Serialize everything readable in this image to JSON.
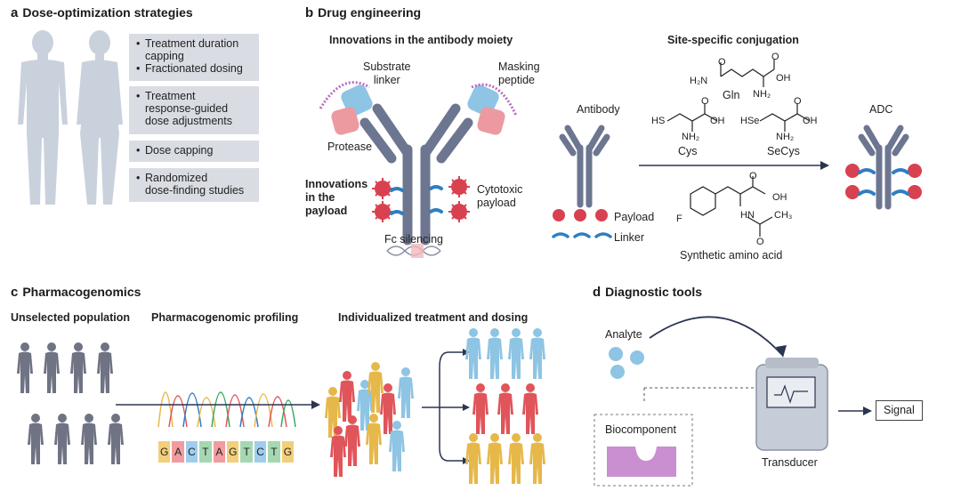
{
  "panel_a": {
    "letter": "a",
    "title": "Dose-optimization strategies",
    "boxes": [
      [
        "Treatment duration",
        "capping",
        "Fractionated dosing"
      ],
      [
        "Treatment",
        "response-guided",
        "dose adjustments"
      ],
      [
        "Dose capping"
      ],
      [
        "Randomized",
        "dose-finding studies"
      ]
    ]
  },
  "panel_b": {
    "letter": "b",
    "title": "Drug engineering",
    "antibody_moiety": "Innovations in the antibody moiety",
    "site_specific": "Site-specific conjugation",
    "substrate_linker": [
      "Substrate",
      "linker"
    ],
    "masking_peptide": [
      "Masking",
      "peptide"
    ],
    "protease": "Protease",
    "innovations_payload": [
      "Innovations",
      "in the",
      "payload"
    ],
    "cytotoxic_payload": [
      "Cytotoxic",
      "payload"
    ],
    "fc_silencing": "Fc silencing",
    "antibody": "Antibody",
    "payload": "Payload",
    "linker": "Linker",
    "gln": "Gln",
    "cys": "Cys",
    "secys": "SeCys",
    "synthetic": "Synthetic amino acid",
    "adc": "ADC",
    "chem": {
      "h2n": "H₂N",
      "o": "O",
      "oh": "OH",
      "nh2": "NH₂",
      "hs": "HS",
      "hse": "HSe",
      "f": "F",
      "hn": "HN",
      "ch3": "CH₃"
    }
  },
  "panel_c": {
    "letter": "c",
    "title": "Pharmacogenomics",
    "unselected": "Unselected population",
    "profiling": "Pharmacogenomic profiling",
    "individualized": "Individualized treatment and dosing",
    "sequence": [
      "G",
      "A",
      "C",
      "T",
      "A",
      "G",
      "T",
      "C",
      "T",
      "G"
    ]
  },
  "panel_d": {
    "letter": "d",
    "title": "Diagnostic tools",
    "analyte": "Analyte",
    "biocomponent": "Biocomponent",
    "transducer": "Transducer",
    "signal": "Signal"
  },
  "colors": {
    "silhouette": "#c9d1dc",
    "people_gray": "#6f7384",
    "red": "#e0555a",
    "blue": "#8ec4e4",
    "yellow": "#e6b84a",
    "ab_gray": "#6d7690",
    "payload_red": "#d8414f",
    "linker_blue": "#2f7ec2",
    "purple": "#c98fd0"
  }
}
